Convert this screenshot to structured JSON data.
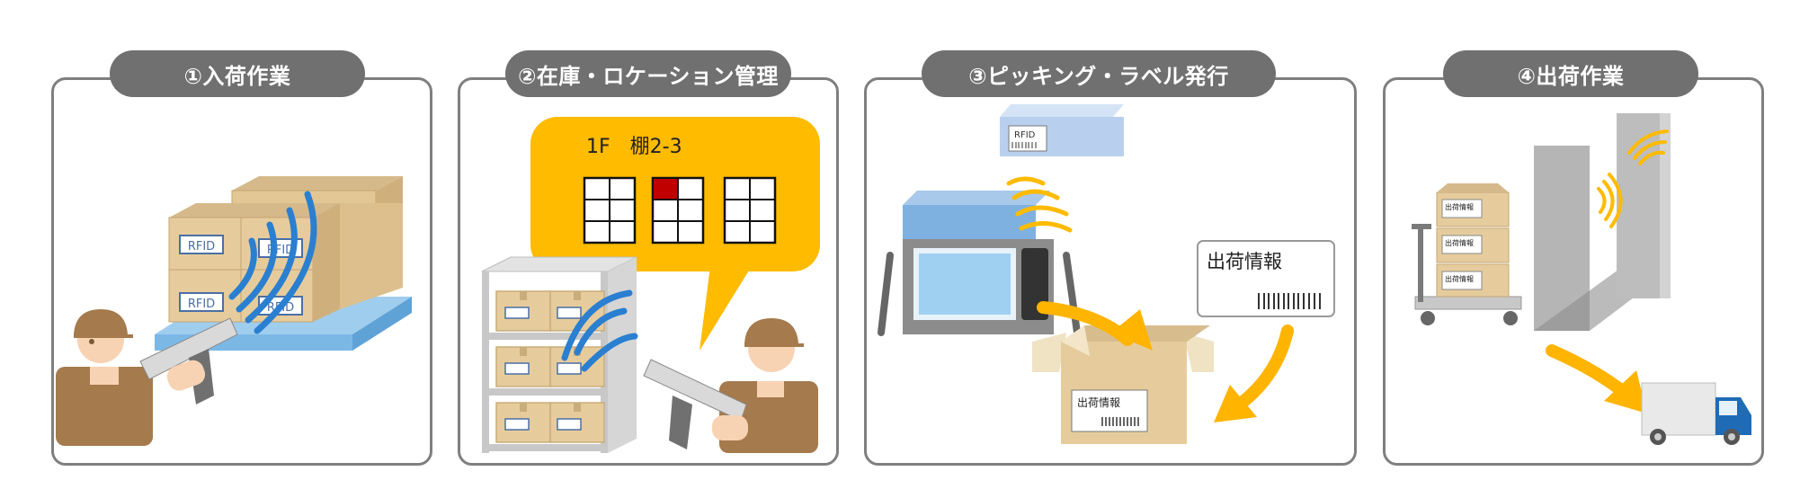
{
  "steps": [
    {
      "label": "①入荷作業"
    },
    {
      "label": "②在庫・ロケーション管理"
    },
    {
      "label": "③ピッキング・ラベル発行"
    },
    {
      "label": "④出荷作業"
    }
  ],
  "rfid_tag_text": "RFID",
  "location_bubble": {
    "text": "1F　棚2-3"
  },
  "shipping_info_text": "出荷情報",
  "colors": {
    "panel_border": "#7f7f7f",
    "pill_bg": "#707070",
    "box_tan": "#e6cc9d",
    "signal_blue": "#2a7fd0",
    "bubble_yellow": "#ffbb00",
    "arrow_yellow": "#ffb400",
    "highlight_red": "#c00000"
  },
  "icons": [
    "pallet-boxes-icon",
    "worker-icon",
    "rfid-scanner-icon",
    "signal-waves-icon",
    "shelf-icon",
    "reader-pc-icon",
    "printer-icon",
    "box-icon",
    "label-icon",
    "gate-icon",
    "cart-icon",
    "truck-icon",
    "arrow-icon"
  ]
}
